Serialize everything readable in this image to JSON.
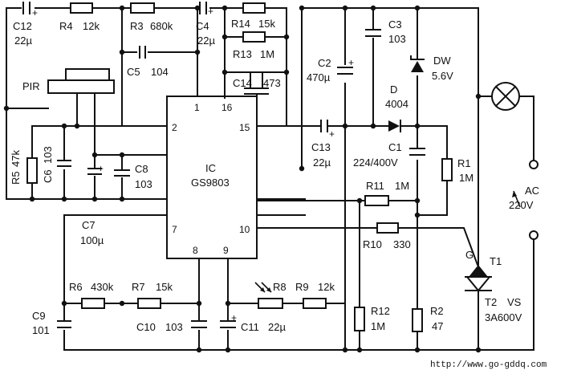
{
  "components": {
    "C12": {
      "ref": "C12",
      "value": "22µ"
    },
    "R4": {
      "ref": "R4",
      "value": "12k"
    },
    "R3": {
      "ref": "R3",
      "value": "680k"
    },
    "C4": {
      "ref": "C4",
      "value": "22µ"
    },
    "R14": {
      "ref": "R14",
      "value": "15k"
    },
    "R13": {
      "ref": "R13",
      "value": "1M"
    },
    "C14": {
      "ref": "C14",
      "value": "473"
    },
    "C5": {
      "ref": "C5",
      "value": "104"
    },
    "PIR": {
      "ref": "PIR"
    },
    "R5": {
      "ref": "R5",
      "value": "47k"
    },
    "C6": {
      "ref": "C6",
      "value": "103"
    },
    "C8": {
      "ref": "C8",
      "value": "103"
    },
    "IC": {
      "ref": "IC",
      "value": "GS9803"
    },
    "C7": {
      "ref": "C7",
      "value": "100µ"
    },
    "R6": {
      "ref": "R6",
      "value": "430k"
    },
    "R7": {
      "ref": "R7",
      "value": "15k"
    },
    "R8": {
      "ref": "R8"
    },
    "R9": {
      "ref": "R9",
      "value": "12k"
    },
    "C9": {
      "ref": "C9",
      "value": "101"
    },
    "C10": {
      "ref": "C10",
      "value": "103"
    },
    "C11": {
      "ref": "C11",
      "value": "22µ"
    },
    "C2": {
      "ref": "C2",
      "value": "470µ"
    },
    "C3": {
      "ref": "C3",
      "value": "103"
    },
    "DW": {
      "ref": "DW",
      "value": "5.6V"
    },
    "D": {
      "ref": "D",
      "value": "4004"
    },
    "C13": {
      "ref": "C13",
      "value": "22µ"
    },
    "C1": {
      "ref": "C1",
      "value": "224/400V"
    },
    "R1": {
      "ref": "R1",
      "value": "1M"
    },
    "R11": {
      "ref": "R11",
      "value": "1M"
    },
    "R10": {
      "ref": "R10",
      "value": "330"
    },
    "R12": {
      "ref": "R12",
      "value": "1M"
    },
    "R2": {
      "ref": "R2",
      "value": "47"
    },
    "T1": {
      "ref": "T1"
    },
    "T2": {
      "ref": "T2"
    },
    "VS": {
      "ref": "VS",
      "value": "3A600V"
    },
    "G": {
      "ref": "G"
    },
    "AC": {
      "ref": "AC",
      "value": "220V"
    }
  },
  "ic_pins": [
    "1",
    "16",
    "2",
    "15",
    "7",
    "10",
    "8",
    "9"
  ],
  "plus_mark": "+",
  "watermark": "http://www.go-gddq.com"
}
